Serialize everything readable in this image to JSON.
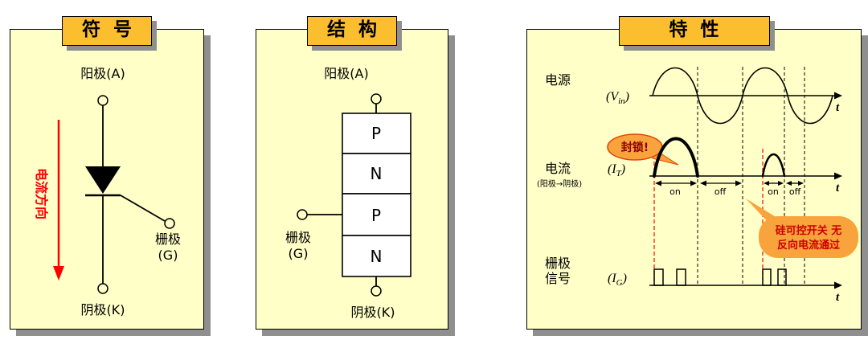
{
  "colors": {
    "panel_bg": "#FFFFC8",
    "title_bg": "#FBBE2E",
    "shadow": "#8F8F8F",
    "arrow_red": "#FF0000",
    "callout_fill": "#F8A33B",
    "note_text": "#CC0000"
  },
  "panel_symbol": {
    "title": "符号",
    "anode": "阳极(A)",
    "cathode": "阴极(K)",
    "gate": "栅极",
    "gate_pin": "(G)",
    "current_direction": "电流方向"
  },
  "panel_structure": {
    "title": "结构",
    "anode": "阳极(A)",
    "cathode": "阴极(K)",
    "gate": "栅极",
    "gate_pin": "(G)",
    "layers": [
      "P",
      "N",
      "P",
      "N"
    ]
  },
  "panel_characteristics": {
    "title": "特性",
    "source_label": "电源",
    "source_sym_pre": "(V",
    "source_sym_sub": "in",
    "source_sym_post": ")",
    "current_label": "电流",
    "current_sublabel": "(阳极→阴极)",
    "current_sym_pre": "(I",
    "current_sym_sub": "T",
    "current_sym_post": ")",
    "gate_label_line1": "栅极",
    "gate_label_line2": "信号",
    "gate_sym_pre": "(I",
    "gate_sym_sub": "G",
    "gate_sym_post": ")",
    "blocked_callout": "封锁!",
    "note_line1": "硅可控开关 无",
    "note_line2": "反向电流通过",
    "interval_labels": [
      "on",
      "off",
      "on",
      "off"
    ],
    "t_label": "t"
  }
}
